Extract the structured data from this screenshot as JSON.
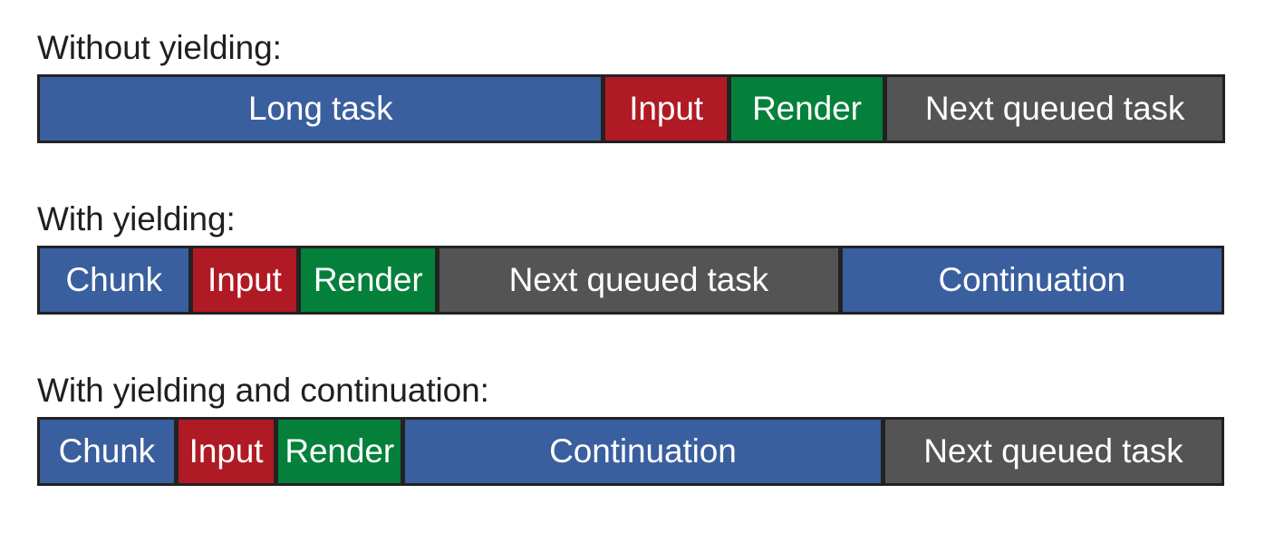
{
  "page": {
    "background": "#ffffff",
    "text_color": "#1f1f1f"
  },
  "palette": {
    "task_blue": "#3a5f9e",
    "input_red": "#b01a24",
    "render_green": "#04803b",
    "queued_gray": "#545454",
    "border": "#222222",
    "label_text": "#ffffff"
  },
  "scenarios": [
    {
      "label": "Without yielding:",
      "segments": [
        {
          "text": "Long task",
          "color_key": "task_blue",
          "color": "#3a5f9e",
          "width_pct": 47.6
        },
        {
          "text": "Input",
          "color_key": "input_red",
          "color": "#b01a24",
          "width_pct": 10.6
        },
        {
          "text": "Render",
          "color_key": "render_green",
          "color": "#04803b",
          "width_pct": 13.2
        },
        {
          "text": "Next queued task",
          "color_key": "queued_gray",
          "color": "#545454",
          "width_pct": 28.6
        }
      ]
    },
    {
      "label": "With yielding:",
      "segments": [
        {
          "text": "Chunk",
          "color_key": "task_blue",
          "color": "#3a5f9e",
          "width_pct": 12.9
        },
        {
          "text": "Input",
          "color_key": "input_red",
          "color": "#b01a24",
          "width_pct": 9.2
        },
        {
          "text": "Render",
          "color_key": "render_green",
          "color": "#04803b",
          "width_pct": 11.7
        },
        {
          "text": "Next queued task",
          "color_key": "queued_gray",
          "color": "#545454",
          "width_pct": 33.9
        },
        {
          "text": "Continuation",
          "color_key": "task_blue",
          "color": "#3a5f9e",
          "width_pct": 32.3
        }
      ]
    },
    {
      "label": "With yielding and continuation:",
      "segments": [
        {
          "text": "Chunk",
          "color_key": "task_blue",
          "color": "#3a5f9e",
          "width_pct": 11.7
        },
        {
          "text": "Input",
          "color_key": "input_red",
          "color": "#b01a24",
          "width_pct": 8.5
        },
        {
          "text": "Render",
          "color_key": "render_green",
          "color": "#04803b",
          "width_pct": 10.7
        },
        {
          "text": "Continuation",
          "color_key": "task_blue",
          "color": "#3a5f9e",
          "width_pct": 40.4
        },
        {
          "text": "Next queued task",
          "color_key": "queued_gray",
          "color": "#545454",
          "width_pct": 28.7
        }
      ]
    }
  ]
}
